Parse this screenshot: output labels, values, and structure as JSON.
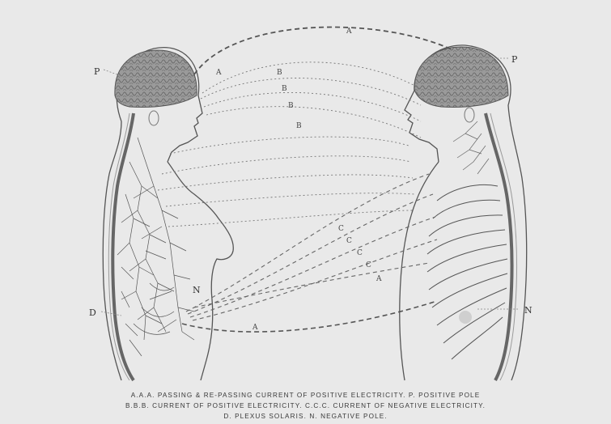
{
  "labels": {
    "p_left": "P",
    "p_right": "P",
    "a_top": "A",
    "a_head": "A",
    "b1": "B",
    "b2": "B",
    "b3": "B",
    "b4": "B",
    "c1": "C",
    "c2": "C",
    "c3": "C",
    "c4": "C",
    "a_mid": "A",
    "a_bottom": "A",
    "n_left": "N",
    "n_right": "N",
    "d_left": "D"
  },
  "caption": {
    "line1": "A.A.A. PASSING & RE-PASSING CURRENT OF POSITIVE ELECTRICITY.    P. POSITIVE POLE",
    "line2": "B.B.B. CURRENT OF POSITIVE ELECTRICITY.  C.C.C. CURRENT OF NEGATIVE ELECTRICITY.",
    "line3": "D. PLEXUS SOLARIS.          N. NEGATIVE POLE."
  },
  "colors": {
    "paper": "#e9e9e9",
    "ink": "#444444",
    "brain": "#8a8a8a"
  }
}
